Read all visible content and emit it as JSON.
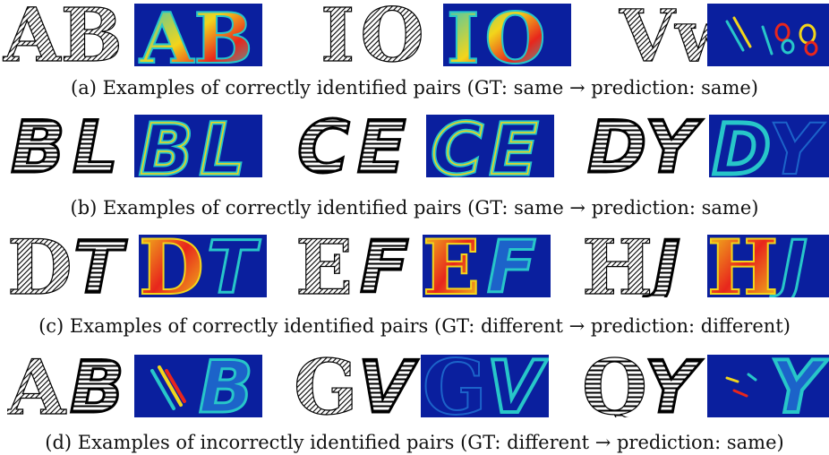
{
  "rows": [
    {
      "caption": "(a) Examples of correctly identified pairs (GT: same → prediction: same)",
      "font": "serif-block",
      "pairs": [
        {
          "left": "A",
          "right": "B"
        },
        {
          "left": "I",
          "right": "O"
        },
        {
          "left": "V",
          "right": "w"
        }
      ]
    },
    {
      "caption": "(b) Examples of correctly identified pairs (GT: same → prediction: same)",
      "font": "italic-outline",
      "pairs": [
        {
          "left": "B",
          "right": "L"
        },
        {
          "left": "C",
          "right": "E"
        },
        {
          "left": "D",
          "right": "Y"
        }
      ]
    },
    {
      "caption": "(c) Examples of correctly identified pairs (GT: different → prediction: different)",
      "font": "mixed",
      "pairs": [
        {
          "left": "D",
          "right": "T"
        },
        {
          "left": "E",
          "right": "F"
        },
        {
          "left": "H",
          "right": "J"
        }
      ]
    },
    {
      "caption": "(d) Examples of incorrectly identified pairs (GT: different → prediction: same)",
      "font": "mixed",
      "pairs": [
        {
          "left": "A",
          "right": "B"
        },
        {
          "left": "G",
          "right": "V"
        },
        {
          "left": "Q",
          "right": "Y"
        }
      ]
    }
  ],
  "colors": {
    "heatmap_background": "#0a1f9e",
    "heatmap_hot": "#e8261c",
    "heatmap_warm": "#f2d51b",
    "heatmap_mid": "#27c6c9",
    "ink": "#000000"
  }
}
